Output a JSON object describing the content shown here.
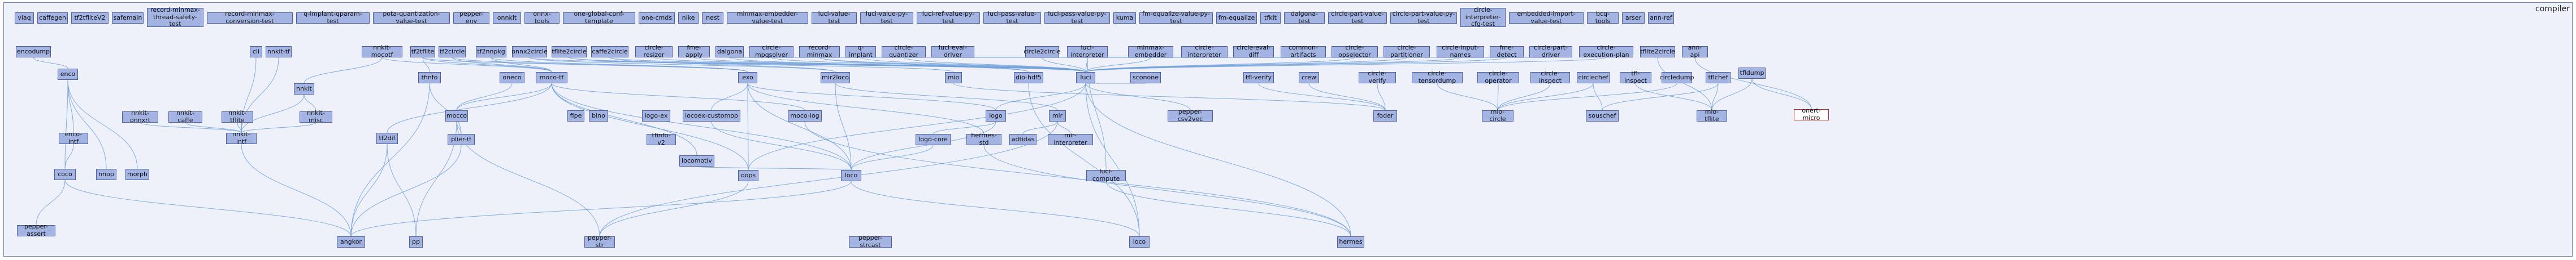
{
  "cluster": {
    "label": "compiler"
  },
  "colors": {
    "node_fill": "#a3b4e2",
    "node_border": "#4d5f9e",
    "edge": "#6f9fd8",
    "cluster_fill": "#eef1fa",
    "external_border": "#cc2222"
  },
  "top_nodes": [
    "vlaq",
    "caffegen",
    "tf2tfliteV2",
    "safemain",
    "record-minmax-thread-safety-test",
    "record-minmax-conversion-test",
    "q-implant-qparam-test",
    "pota-quantization-value-test",
    "pepper-env",
    "onnkit",
    "onnx-tools",
    "one-global-conf-template",
    "one-cmds",
    "nike",
    "nest",
    "minmax-embedder-value-test",
    "luci-value-test",
    "luci-value-py-test",
    "luci-ref-value-py-test",
    "luci-pass-value-test",
    "luci-pass-value-py-test",
    "kuma",
    "fm-equalize-value-py-test",
    "fm-equalize",
    "tfkit",
    "dalgona-test",
    "circle-part-value-test",
    "circle-part-value-py-test",
    "circle-interpreter-cfg-test",
    "embedded-import-value-test",
    "bcq-tools",
    "arser",
    "ann-ref"
  ],
  "row2_nodes": [
    "encodump",
    "cli",
    "nnkit-tf",
    "nnkit-mocotf",
    "tf2tflite",
    "tf2circle",
    "tf2nnpkg",
    "onnx2circle",
    "tflite2circle",
    "caffe2circle",
    "circle-resizer",
    "fme-apply",
    "dalgona",
    "circle-mpqsolver",
    "record-minmax",
    "q-implant",
    "circle-quantizer",
    "luci-eval-driver",
    "circle2circle",
    "luci-interpreter",
    "minmax-embedder",
    "circle-interpreter",
    "circle-eval-diff",
    "common-artifacts",
    "circle-opselector",
    "circle-partitioner",
    "circle-input-names",
    "fme-detect",
    "circle-part-driver",
    "circle-execution-plan",
    "tflite2circle",
    "ann-api"
  ],
  "row3_nodes": [
    "enco",
    "nnkit",
    "tfinfo",
    "moco-tf",
    "oneco",
    "exo",
    "mir2loco",
    "mio",
    "dio-hdf5",
    "luci",
    "sconone",
    "tfl-verify",
    "crew",
    "circle-verify",
    "circle-tensordump",
    "circle-operator",
    "circle-inspect",
    "circlechef",
    "tfl-inspect",
    "circledump",
    "tflchef",
    "tfldump"
  ],
  "row4_nodes": [
    "nnkit-onnxrt",
    "nnkit-caffe",
    "nnkit-tflite",
    "nnkit-misc",
    "mocco",
    "fipe",
    "bino",
    "logo-ex",
    "locoex-customop",
    "moco-log",
    "logo",
    "mir",
    "luci-compute",
    "pepper-csv2vec",
    "foder",
    "mio-circle",
    "souschef",
    "mio-tflite",
    "onert-micro"
  ],
  "row5_nodes": [
    "enco-intf",
    "coco",
    "nnop",
    "morph",
    "nnkit-intf",
    "tf2dif",
    "plier-tf",
    "tfinfo-v2",
    "locomotiv",
    "oops",
    "loco",
    "hermes-std",
    "logo-core",
    "adtidas",
    "mir-interpreter"
  ],
  "bottom_nodes": [
    "pepper-assert",
    "angkor",
    "pp",
    "pepper-str",
    "pepper-strcast",
    "loco",
    "hermes"
  ]
}
